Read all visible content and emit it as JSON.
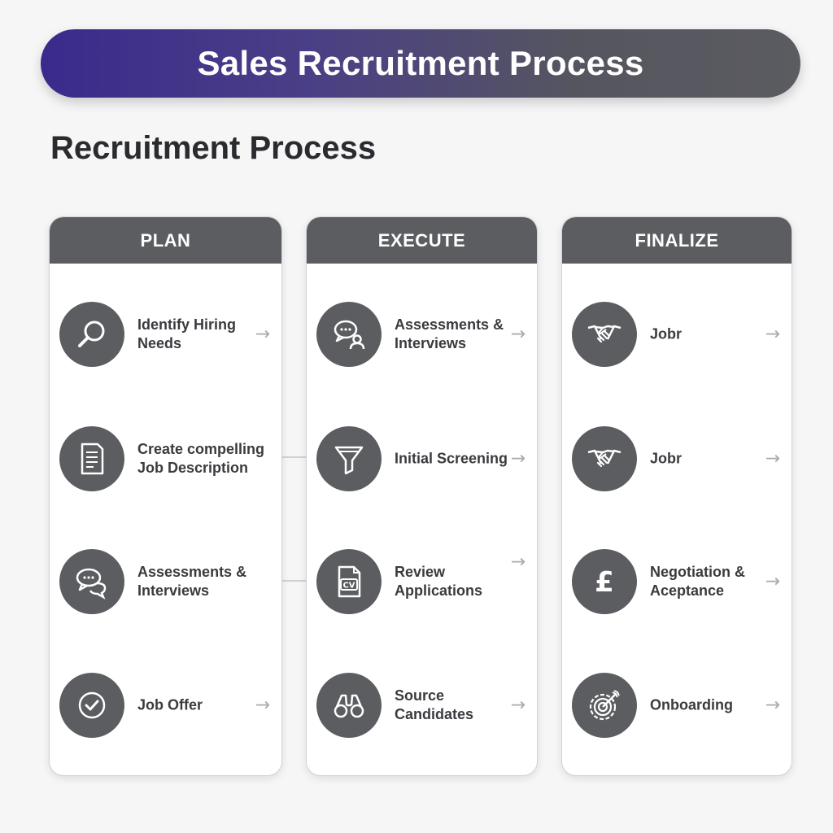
{
  "banner": {
    "title": "Sales Recruitment Process"
  },
  "section": {
    "title": "Recruitment Process"
  },
  "columns": [
    {
      "header": "PLAN",
      "steps": [
        {
          "label": "Identify Hiring Needs",
          "icon": "magnifier-icon"
        },
        {
          "label": "Create compelling Job Description",
          "icon": "document-icon"
        },
        {
          "label": "Assessments & Interviews",
          "icon": "chat-bubbles-icon"
        },
        {
          "label": "Job Offer",
          "icon": "checkmark-icon"
        }
      ]
    },
    {
      "header": "EXECUTE",
      "steps": [
        {
          "label": "Assessments & Interviews",
          "icon": "chat-person-icon"
        },
        {
          "label": "Initial Screening",
          "icon": "funnel-icon"
        },
        {
          "label": "Review Applications",
          "icon": "cv-file-icon"
        },
        {
          "label": "Source Candidates",
          "icon": "binoculars-icon"
        }
      ]
    },
    {
      "header": "FINALIZE",
      "steps": [
        {
          "label": "Jobr",
          "icon": "handshake-icon"
        },
        {
          "label": "Jobr",
          "icon": "handshake-icon"
        },
        {
          "label": "Negotiation & Aceptance",
          "icon": "pound-icon"
        },
        {
          "label": "Onboarding",
          "icon": "target-icon"
        }
      ]
    }
  ],
  "arrow_glyph": "→",
  "colors": {
    "banner_start": "#3a2a8c",
    "banner_end": "#5b5c60",
    "header": "#5c5d61",
    "icon_bg": "#5c5d61"
  }
}
